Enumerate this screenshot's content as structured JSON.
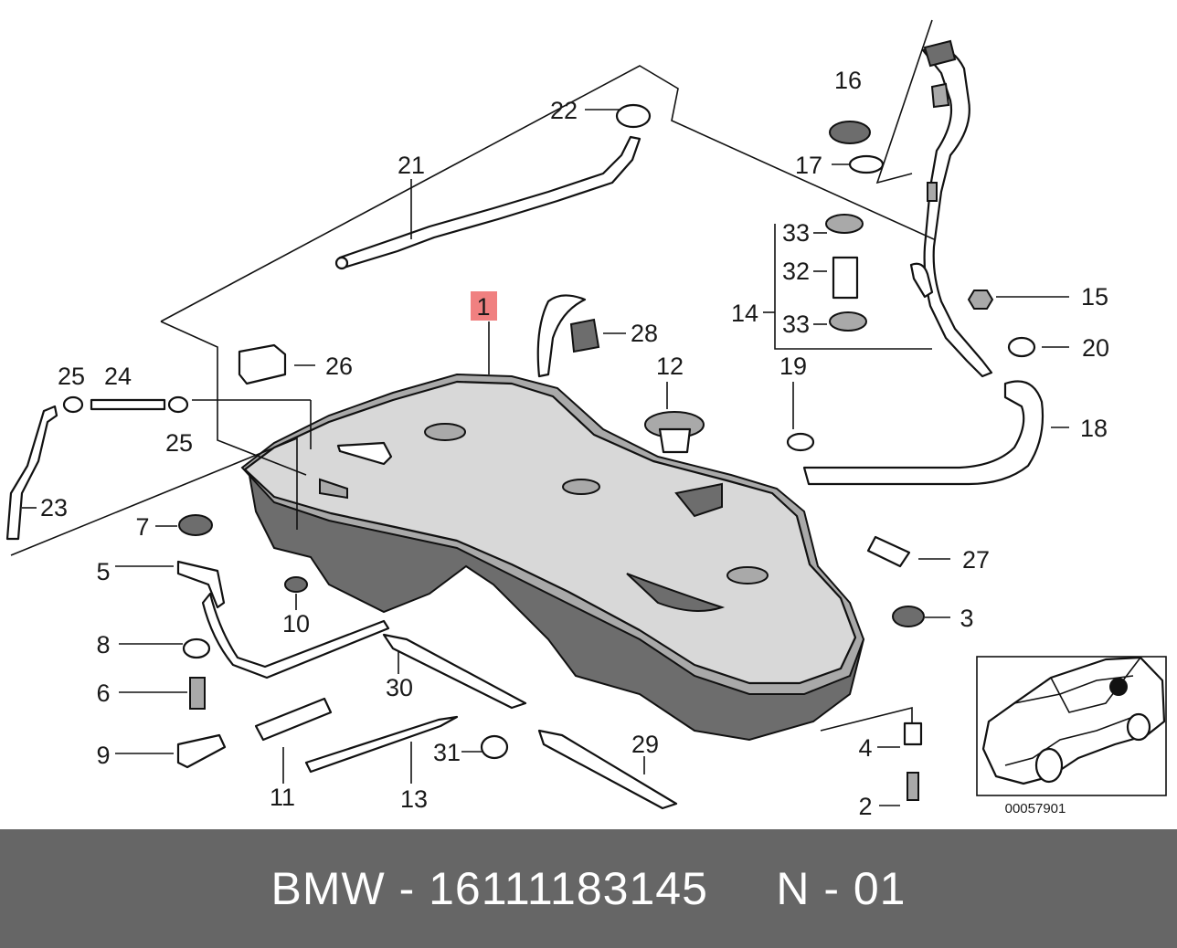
{
  "diagram": {
    "part_labels": [
      "1",
      "2",
      "3",
      "4",
      "5",
      "6",
      "7",
      "8",
      "9",
      "10",
      "11",
      "12",
      "13",
      "14",
      "15",
      "16",
      "17",
      "18",
      "19",
      "20",
      "21",
      "22",
      "23",
      "24",
      "25",
      "25",
      "26",
      "27",
      "28",
      "29",
      "30",
      "31",
      "32",
      "33",
      "33"
    ],
    "inset_code": "00057901",
    "highlight_color": "#f08080"
  },
  "footer": {
    "text": "BMW - 16111183145     N - 01",
    "background": "#666666"
  }
}
